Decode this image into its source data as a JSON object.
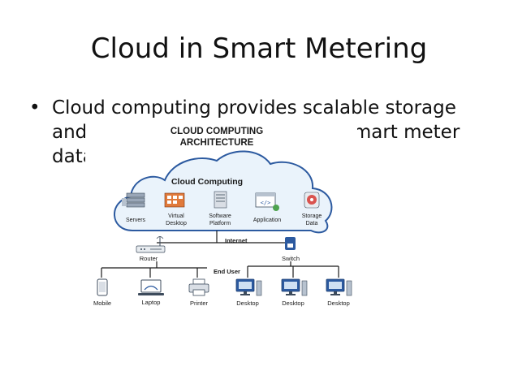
{
  "slide": {
    "title": "Cloud in Smart Metering",
    "bullet_marker": "•",
    "bullet_text": "Cloud computing provides scalable storage and processing capabilities for smart meter data"
  },
  "diagram": {
    "heading_line1": "CLOUD COMPUTING",
    "heading_line2": "ARCHITECTURE",
    "cloud_label": "Cloud Computing",
    "services": [
      {
        "label1": "Servers",
        "label2": "",
        "icon": "servers-icon"
      },
      {
        "label1": "Virtual",
        "label2": "Desktop",
        "icon": "virtual-desktop-icon"
      },
      {
        "label1": "Software",
        "label2": "Platform",
        "icon": "software-platform-icon"
      },
      {
        "label1": "Application",
        "label2": "",
        "icon": "application-icon"
      },
      {
        "label1": "Storage",
        "label2": "Data",
        "icon": "storage-data-icon"
      }
    ],
    "internet_label": "Internet",
    "router_label": "Router",
    "switch_label": "Switch",
    "end_user_label": "End User",
    "devices": [
      {
        "label": "Mobile",
        "icon": "mobile-icon"
      },
      {
        "label": "Laptop",
        "icon": "laptop-icon"
      },
      {
        "label": "Printer",
        "icon": "printer-icon"
      },
      {
        "label": "Desktop",
        "icon": "desktop-icon"
      },
      {
        "label": "Desktop",
        "icon": "desktop-icon"
      },
      {
        "label": "Desktop",
        "icon": "desktop-icon"
      }
    ],
    "colors": {
      "cloud_fill": "#eaf3fb",
      "cloud_stroke": "#2c5aa0",
      "accent": "#2c5aa0",
      "storage_accent": "#d9534f"
    }
  }
}
